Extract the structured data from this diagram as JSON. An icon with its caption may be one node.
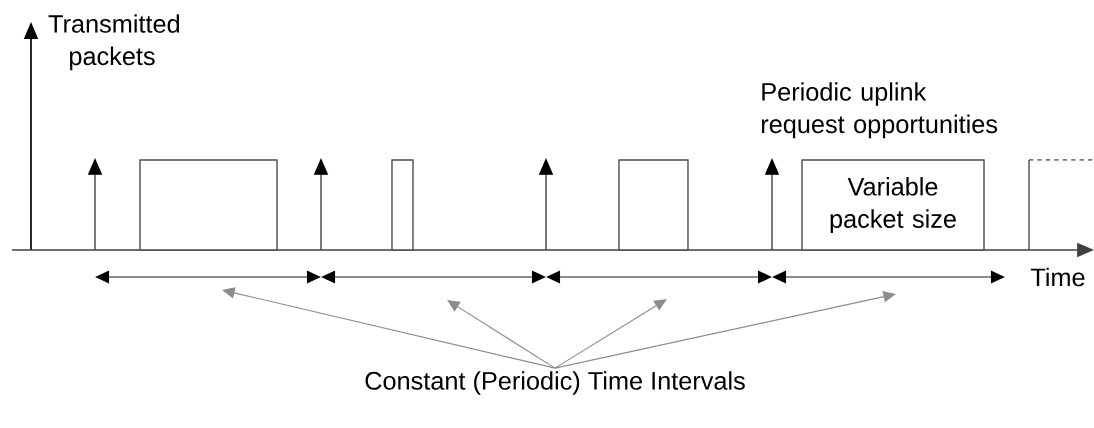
{
  "diagram": {
    "nodes": [
      {
        "text": [],
        "shape": "box"
      },
      {
        "text": [],
        "shape": "box"
      },
      {
        "text": [],
        "shape": "box"
      },
      {
        "text": [
          "Variable packet size"
        ]
      },
      {
        "text": [],
        "shape": "box"
      },
      {
        "text": [
          "Constant (Periodic) Time Intervals"
        ]
      }
    ],
    "edges": [
      {
        "from": 5,
        "to": null,
        "arrow": "to"
      },
      {
        "from": 5,
        "to": null,
        "arrow": "to"
      },
      {
        "from": 5,
        "to": null,
        "arrow": "to"
      },
      {
        "from": 5,
        "to": null,
        "arrow": "to"
      }
    ],
    "labels": [
      "Transmitted packets",
      "Periodic uplink request opportunities",
      "Time"
    ]
  }
}
